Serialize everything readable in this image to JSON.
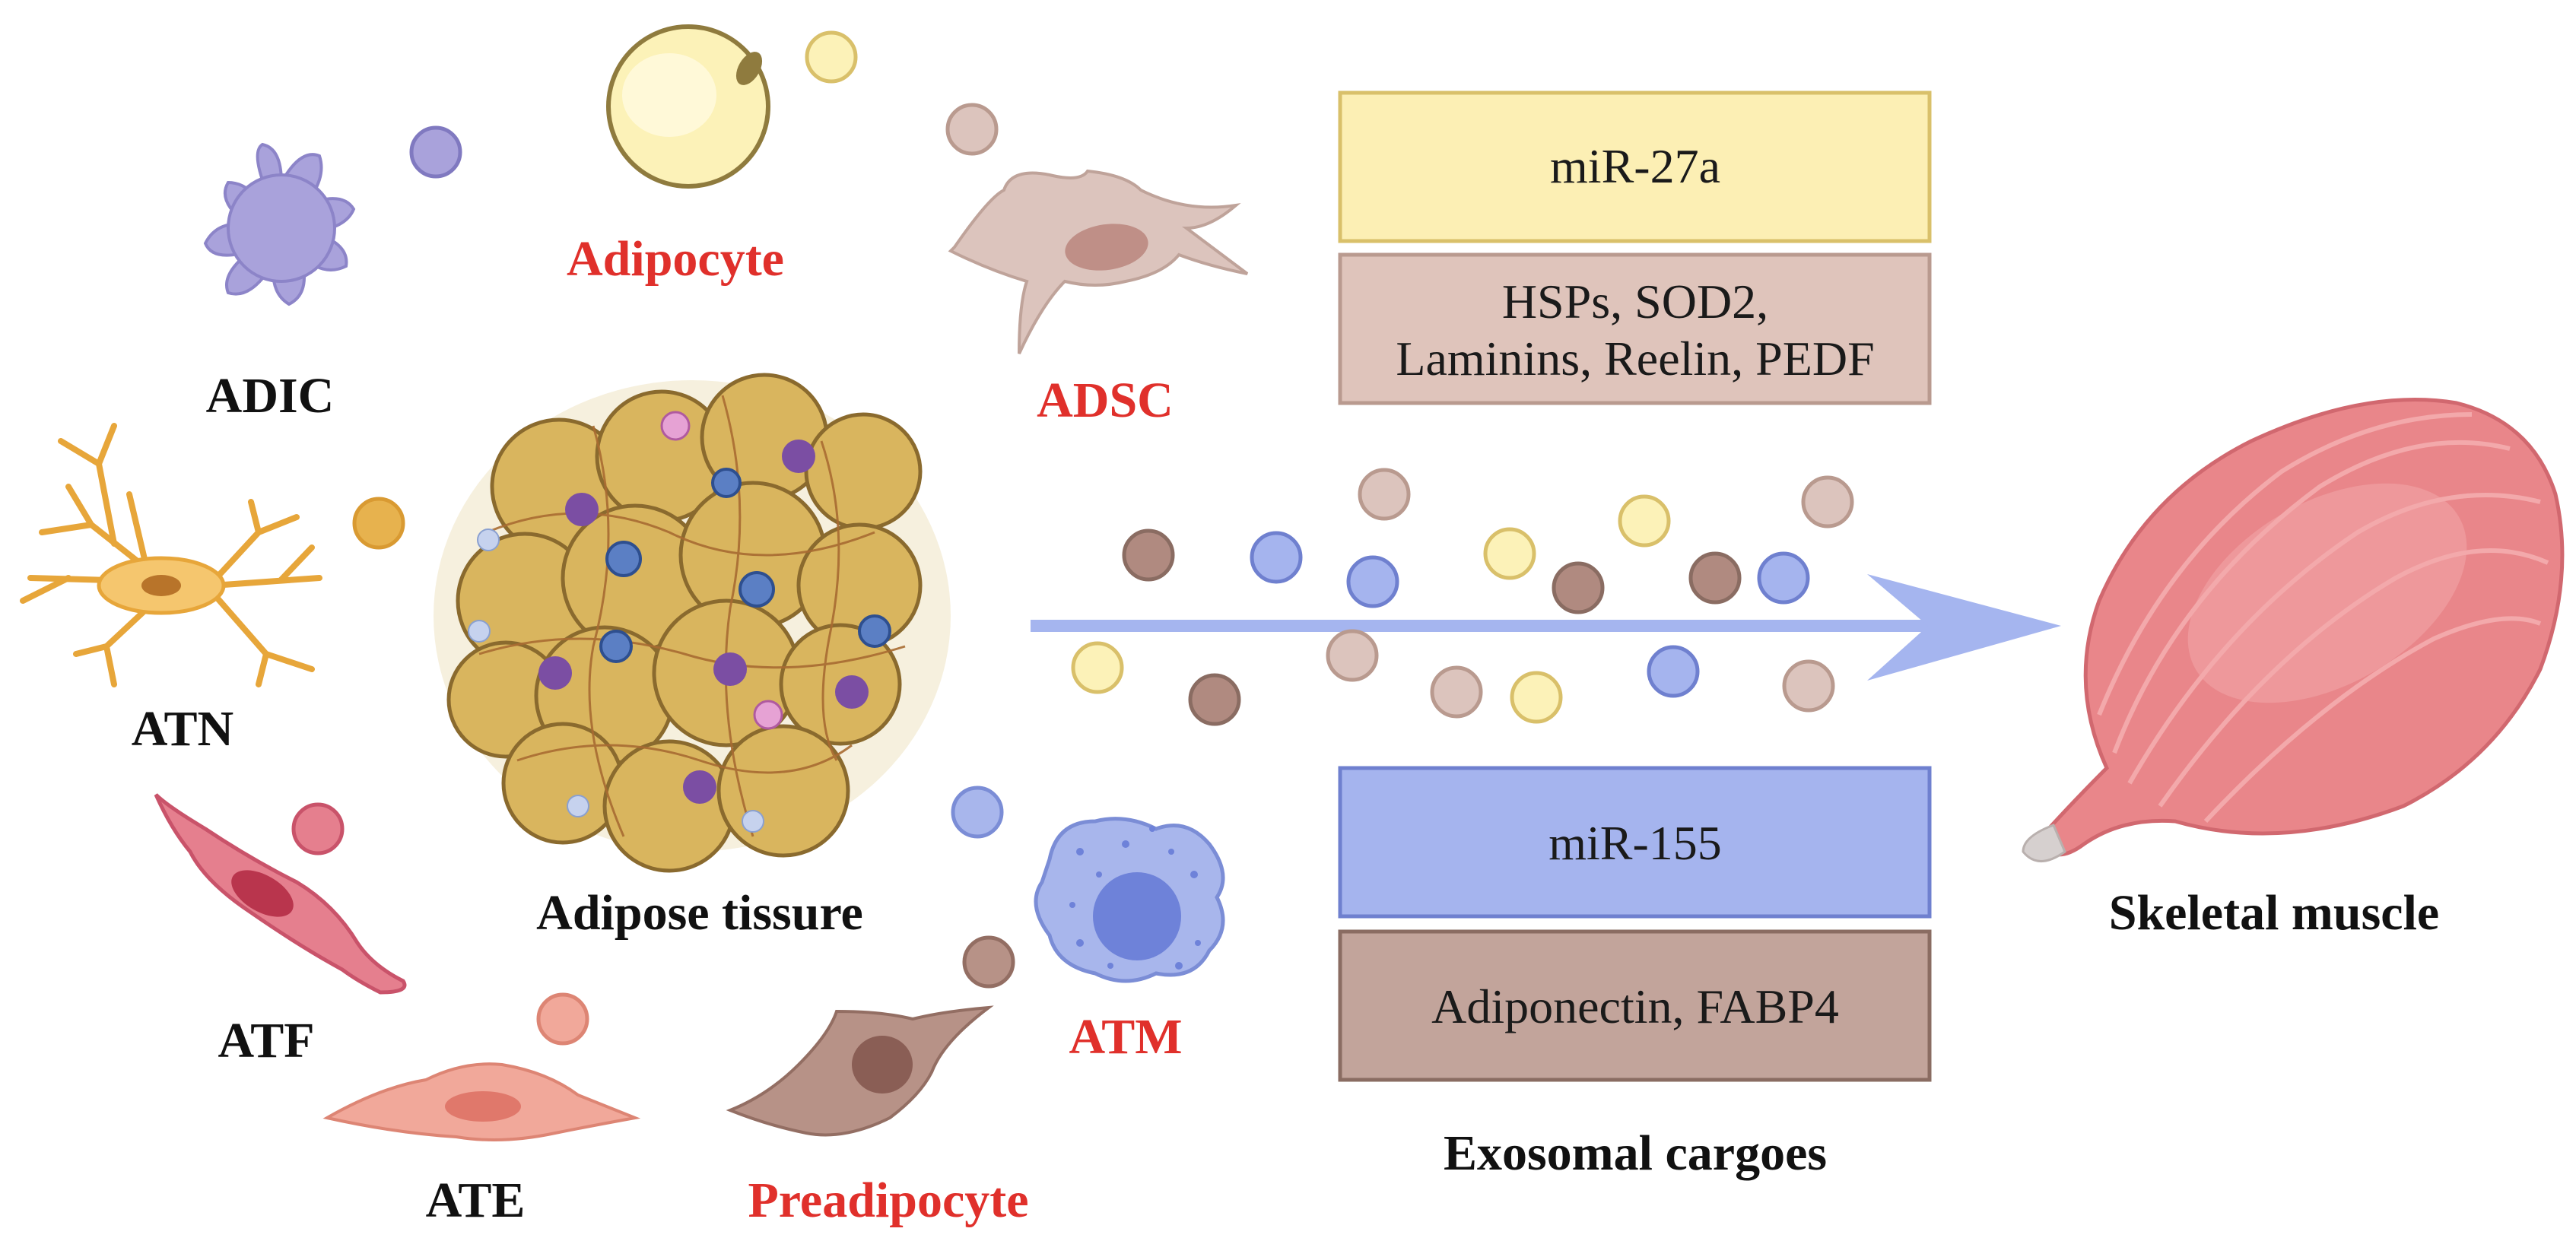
{
  "cells": {
    "adic": "ADIC",
    "adipocyte": "Adipocyte",
    "adsc": "ADSC",
    "atn": "ATN",
    "atf": "ATF",
    "ate": "ATE",
    "preadipocyte": "Preadipocyte",
    "atm": "ATM",
    "adipose_tissue": "Adipose tissure",
    "skeletal_muscle": "Skeletal muscle"
  },
  "cargo_boxes": [
    {
      "lines": [
        "miR-27a"
      ],
      "fill": "#fcefb4",
      "stroke": "#d9c06a"
    },
    {
      "lines": [
        "HSPs, SOD2,",
        "Laminins, Reelin, PEDF"
      ],
      "fill": "#dfc4bb",
      "stroke": "#b99a8f"
    },
    {
      "lines": [
        "miR-155"
      ],
      "fill": "#a5b4ee",
      "stroke": "#6f80cf"
    },
    {
      "lines": [
        "Adiponectin, FABP4"
      ],
      "fill": "#c2a49b",
      "stroke": "#8a6c62"
    }
  ],
  "exosomal_title": "Exosomal cargoes",
  "colors": {
    "label_dark": "#111111",
    "label_red": "#e0302b",
    "arrow": "#a5b5ef",
    "muscle": "#e9868a"
  }
}
